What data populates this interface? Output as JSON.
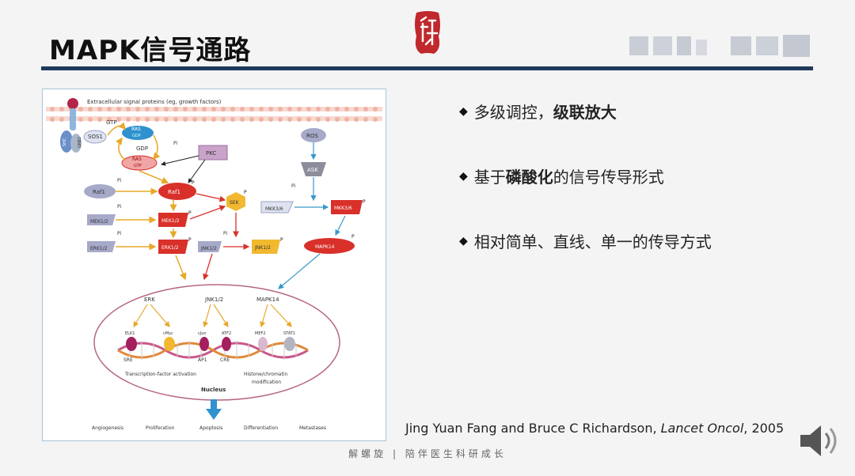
{
  "slide": {
    "title": "MAPK信号通路",
    "bullets": [
      {
        "plain": "多级调控，",
        "emphasis": "级联放大",
        "rest": ""
      },
      {
        "plain": "基于",
        "emphasis": "磷酸化",
        "rest": "的信号传导形式"
      },
      {
        "plain": "相对简单、直线、单一的传导方式",
        "emphasis": "",
        "rest": ""
      }
    ],
    "citation": {
      "authors": "Jing Yuan Fang and Bruce C Richardson, ",
      "journal": "Lancet Oncol",
      "year": ", 2005"
    },
    "footer": "解螺旋 | 陪伴医生科研成长"
  },
  "diagram": {
    "top_label": "Extracellular signal proteins (eg, growth factors)",
    "receptor_labels": [
      "SHC",
      "GRB2",
      "SOS1"
    ],
    "gtp": "GTP",
    "gdp": "GDP",
    "pi": "Pi",
    "p": "P",
    "ras_gtp": {
      "name": "RAS",
      "sub": "GDP"
    },
    "ras_gdp": {
      "name": "RAS",
      "sub": "GTP"
    },
    "pkc": "PKC",
    "ros": "ROS",
    "ask": "ASK",
    "raf1": "Raf1",
    "raf1_p": "Raf1",
    "mek12": "MEK1/2",
    "mek12_p": "MEK1/2",
    "sek": "SEK",
    "mkk36": "MKK3/6",
    "mkk36_p": "MKK3/6",
    "erk12": "ERK1/2",
    "erk12_p": "ERK1/2",
    "jnk12": "JNK1/2",
    "jnk12_p": "JNK1/2",
    "mapk14_p": "MAPK14",
    "nucleus_kinases": [
      "ERK",
      "JNK1/2",
      "MAPK14"
    ],
    "tf_labels": [
      "ELK1",
      "cMyc",
      "cJun",
      "ATF2",
      "MEF2",
      "STAT1"
    ],
    "dna_sites": [
      "SRE",
      "AP1",
      "CRE"
    ],
    "tf_activation": "Transcription-factor activation",
    "histone": "Histone/chromatin",
    "modification": "modification",
    "nucleus": "Nucleus",
    "outcomes": [
      "Angiogenesis",
      "Proliferation",
      "Apoptosis",
      "Differentiation",
      "Metastases"
    ]
  },
  "colors": {
    "title_rule": "#1e3a5c",
    "seal_red": "#c0282d",
    "kinase_red": "#d9302a",
    "kinase_grey": "#a7a9c9",
    "arrow_orange": "#e8a829",
    "arrow_blue": "#3a98c9",
    "pkc_pink": "#c9a3c9"
  },
  "icons": [
    "seal-logo",
    "blurred-brand-logo",
    "speaker-icon",
    "diamond-bullet"
  ]
}
